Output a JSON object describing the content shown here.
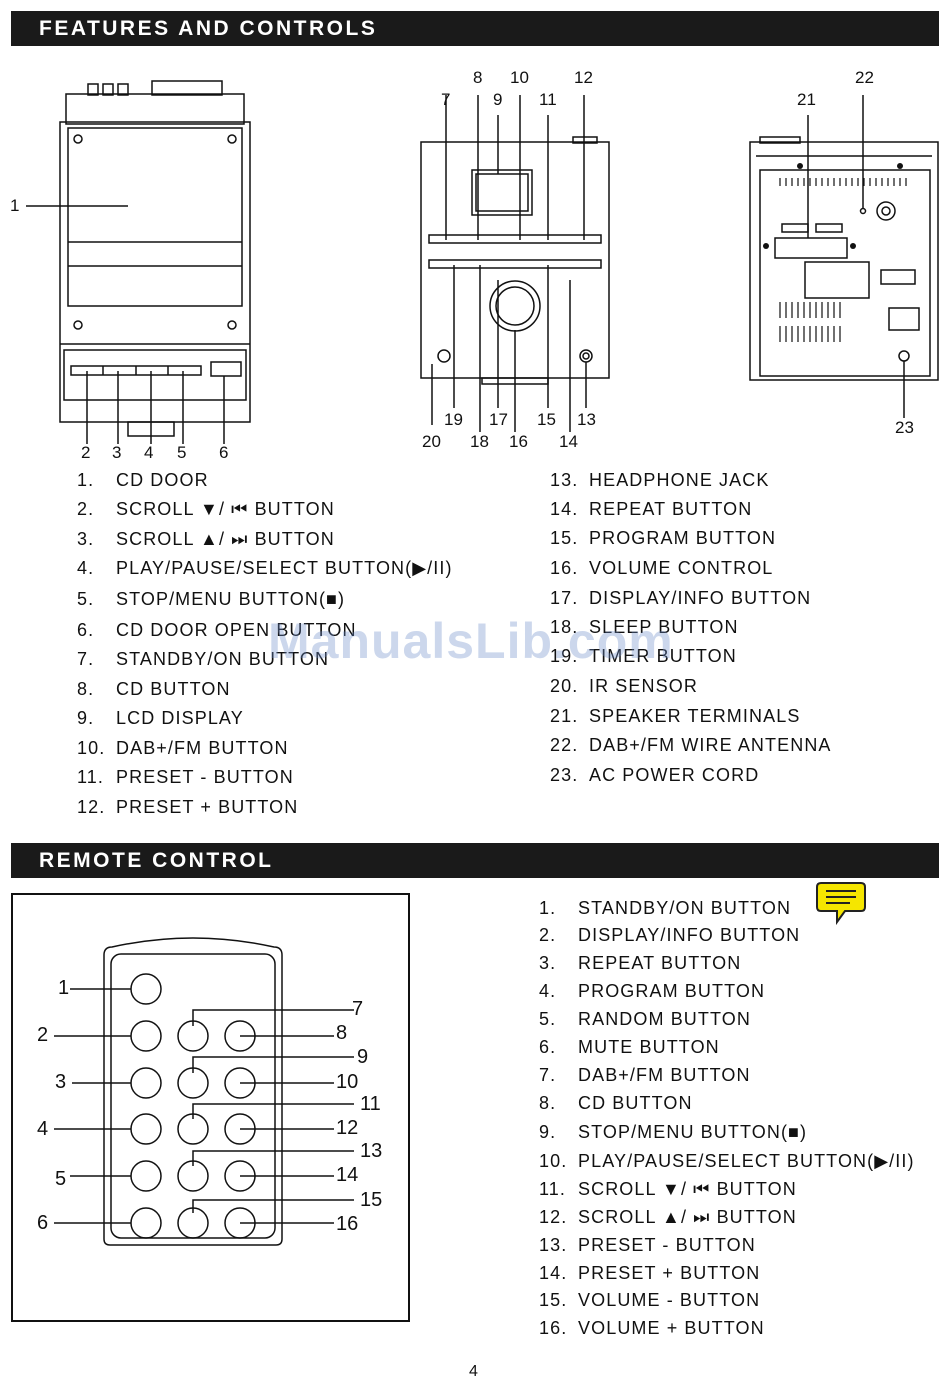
{
  "sections": {
    "features_title": "FEATURES AND CONTROLS",
    "remote_title": "REMOTE CONTROL"
  },
  "features_list": [
    {
      "num": "1.",
      "label": "CD DOOR"
    },
    {
      "num": "2.",
      "label": "SCROLL ▼/ ⏮  BUTTON"
    },
    {
      "num": "3.",
      "label": "SCROLL ▲/ ⏭  BUTTON"
    },
    {
      "num": "4.",
      "label": "PLAY/PAUSE/SELECT BUTTON(▶/II)"
    },
    {
      "num": "5.",
      "label": "STOP/MENU BUTTON(■)"
    },
    {
      "num": "6.",
      "label": "CD DOOR OPEN BUTTON"
    },
    {
      "num": "7.",
      "label": "STANDBY/ON BUTTON"
    },
    {
      "num": "8.",
      "label": "CD BUTTON"
    },
    {
      "num": "9.",
      "label": "LCD DISPLAY"
    },
    {
      "num": "10.",
      "label": "DAB+/FM BUTTON"
    },
    {
      "num": "11.",
      "label": "PRESET - BUTTON"
    },
    {
      "num": "12.",
      "label": "PRESET + BUTTON"
    },
    {
      "num": "13.",
      "label": "HEADPHONE JACK"
    },
    {
      "num": "14.",
      "label": "REPEAT BUTTON"
    },
    {
      "num": "15.",
      "label": "PROGRAM BUTTON"
    },
    {
      "num": "16.",
      "label": "VOLUME CONTROL"
    },
    {
      "num": "17.",
      "label": "DISPLAY/INFO BUTTON"
    },
    {
      "num": "18.",
      "label": "SLEEP BUTTON"
    },
    {
      "num": "19.",
      "label": "TIMER BUTTON"
    },
    {
      "num": "20.",
      "label": "IR SENSOR"
    },
    {
      "num": "21.",
      "label": "SPEAKER TERMINALS"
    },
    {
      "num": "22.",
      "label": "DAB+/FM WIRE ANTENNA"
    },
    {
      "num": "23.",
      "label": "AC POWER CORD"
    }
  ],
  "remote_list": [
    {
      "num": "1.",
      "label": "STANDBY/ON BUTTON"
    },
    {
      "num": "2.",
      "label": "DISPLAY/INFO BUTTON"
    },
    {
      "num": "3.",
      "label": "REPEAT BUTTON"
    },
    {
      "num": "4.",
      "label": "PROGRAM BUTTON"
    },
    {
      "num": "5.",
      "label": "RANDOM BUTTON"
    },
    {
      "num": "6.",
      "label": "MUTE BUTTON"
    },
    {
      "num": "7.",
      "label": "DAB+/FM BUTTON"
    },
    {
      "num": "8.",
      "label": "CD BUTTON"
    },
    {
      "num": "9.",
      "label": "STOP/MENU BUTTON(■)"
    },
    {
      "num": "10.",
      "label": "PLAY/PAUSE/SELECT BUTTON(▶/II)"
    },
    {
      "num": "11.",
      "label": "SCROLL ▼/ ⏮  BUTTON"
    },
    {
      "num": "12.",
      "label": "SCROLL ▲/ ⏭  BUTTON"
    },
    {
      "num": "13.",
      "label": "PRESET - BUTTON"
    },
    {
      "num": "14.",
      "label": "PRESET + BUTTON"
    },
    {
      "num": "15.",
      "label": "VOLUME - BUTTON"
    },
    {
      "num": "16.",
      "label": "VOLUME + BUTTON"
    }
  ],
  "front_callouts": [
    "1",
    "2",
    "3",
    "4",
    "5",
    "6"
  ],
  "panel_callouts": [
    "7",
    "8",
    "9",
    "10",
    "11",
    "12",
    "13",
    "14",
    "15",
    "16",
    "17",
    "18",
    "19",
    "20"
  ],
  "rear_callouts": [
    "21",
    "22",
    "23"
  ],
  "remote_callouts": [
    "1",
    "2",
    "3",
    "4",
    "5",
    "6",
    "7",
    "8",
    "9",
    "10",
    "11",
    "12",
    "13",
    "14",
    "15",
    "16"
  ],
  "watermark": "ManualsLib.com",
  "page_number": "4",
  "icons": {
    "chat": "chat-bubble-icon"
  },
  "colors": {
    "bar": "#1a1a1a",
    "chat": "#f5e600"
  }
}
